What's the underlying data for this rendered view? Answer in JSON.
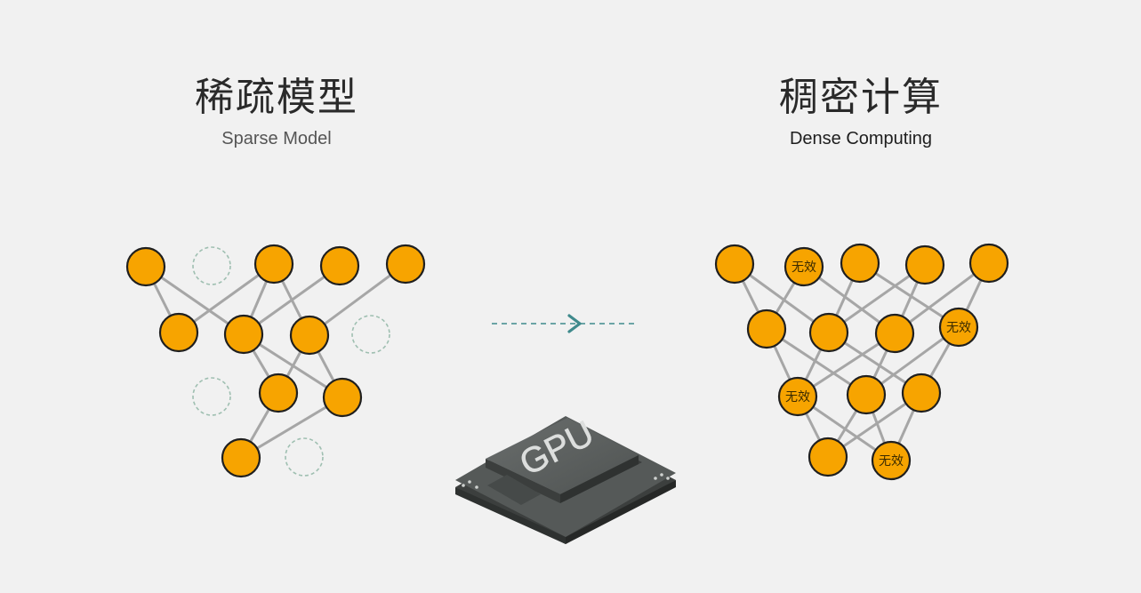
{
  "left_title": {
    "zh": "稀疏模型",
    "en": "Sparse Model"
  },
  "right_title": {
    "zh": "稠密计算",
    "en": "Dense Computing"
  },
  "chip_label": "GPU",
  "invalid_label": "无效",
  "colors": {
    "background": "#f1f1f1",
    "node_fill": "#f7a400",
    "node_stroke": "#1f1f1f",
    "edge": "#a6a6a6",
    "ghost": "#9fbfb1",
    "arrow": "#3f8a8c",
    "chip_dark": "#4e5150",
    "chip_top": "#5e6261"
  }
}
